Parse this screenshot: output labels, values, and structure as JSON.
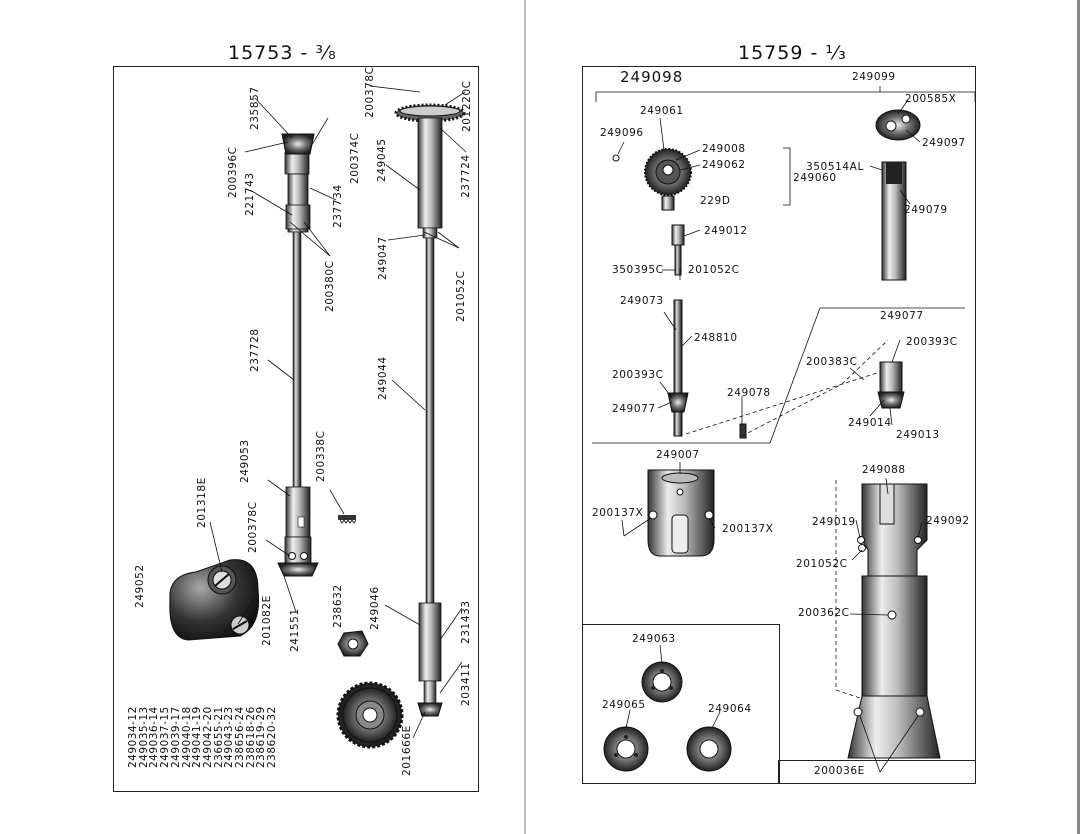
{
  "left_page": {
    "title": "15753 - ³⁄₈",
    "model_list": [
      "249034-12",
      "249035-13",
      "249036-14",
      "249037-15",
      "249039-17",
      "249040-18",
      "249041-19",
      "249042-20",
      "236655-21",
      "249043-23",
      "238656-24",
      "238618-26",
      "238619-29",
      "238620-32"
    ],
    "labels": {
      "p200396c": "200396C",
      "p235857": "235857",
      "p221743": "221743",
      "p237734": "237734",
      "p200380c": "200380C",
      "p237728": "237728",
      "p249053": "249053",
      "p201318e": "201318E",
      "p200378c_a": "200378C",
      "p249052": "249052",
      "p201082e": "201082E",
      "p241551": "241551",
      "p200338c": "200338C",
      "p238632": "238632",
      "p249046": "249046",
      "p200374c": "200374C",
      "p200378c_b": "200378C",
      "p249045": "249045",
      "p201220c": "201220C",
      "p237724": "237724",
      "p249047": "249047",
      "p201052c": "201052C",
      "p249044": "249044",
      "p231433": "231433",
      "p203411": "203411",
      "p201666e": "201666E"
    }
  },
  "right_page": {
    "title": "15759 - ¹⁄₃",
    "labels": {
      "p249098": "249098",
      "p249099": "249099",
      "p200585x": "200585X",
      "p249061": "249061",
      "p249096": "249096",
      "p249008": "249008",
      "p249062": "249062",
      "p249060": "249060",
      "p229d": "229D",
      "p350514al": "350514AL",
      "p249097": "249097",
      "p249079": "249079",
      "p249012": "249012",
      "p350395c": "350395C",
      "p201052c_a": "201052C",
      "p249073": "249073",
      "p248810": "248810",
      "p249077_a": "249077",
      "p200393c_a": "200393C",
      "p200393c_b": "200393C",
      "p249078": "249078",
      "p249077_b": "249077",
      "p200383c": "200383C",
      "p249014": "249014",
      "p249013": "249013",
      "p249007": "249007",
      "p200137x_a": "200137X",
      "p200137x_b": "200137X",
      "p249088": "249088",
      "p249019": "249019",
      "p249092": "249092",
      "p201052c_b": "201052C",
      "p200362c": "200362C",
      "p249063": "249063",
      "p249065": "249065",
      "p249064": "249064",
      "p200036e": "200036E"
    }
  }
}
